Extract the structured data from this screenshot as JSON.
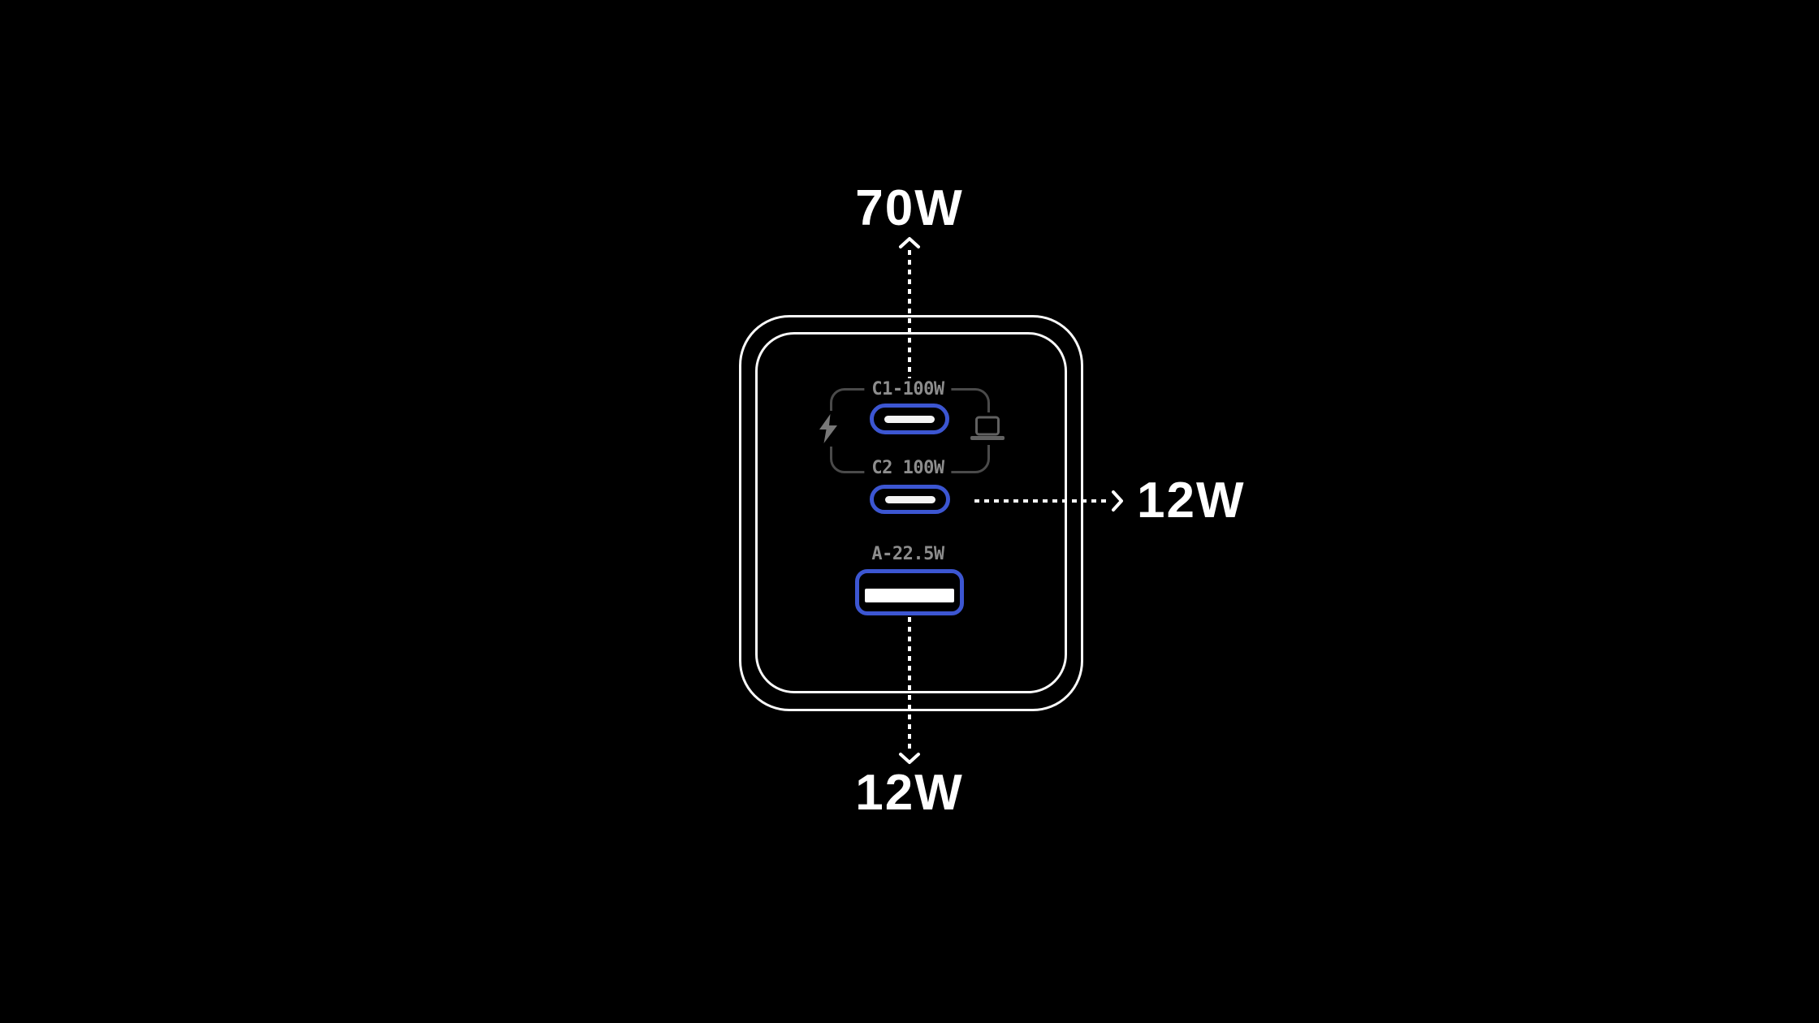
{
  "colors": {
    "background": "#000000",
    "charger_outline": "#fafafa",
    "port_blue": "#3C56D2",
    "usbc_bar_white": "#f4f4f4",
    "usba_bar_white": "#ffffff",
    "bracket_gray": "#4a4a4a",
    "port_label_gray": "#8d8d8d",
    "lightning_icon_gray": "#787878",
    "laptop_icon_gray": "#616161",
    "callout_white": "#ffffff"
  },
  "callouts": {
    "top": "70W",
    "right": "12W",
    "bottom": "12W"
  },
  "charger": {
    "ports": {
      "c1": {
        "label": "C1-100W",
        "type": "usb-c"
      },
      "c2": {
        "label": "C2 100W",
        "type": "usb-c"
      },
      "usb_a": {
        "label": "A-22.5W",
        "type": "usb-a"
      }
    },
    "icons": {
      "left_of_c1": "lightning-icon",
      "right_of_c1": "laptop-icon"
    }
  }
}
